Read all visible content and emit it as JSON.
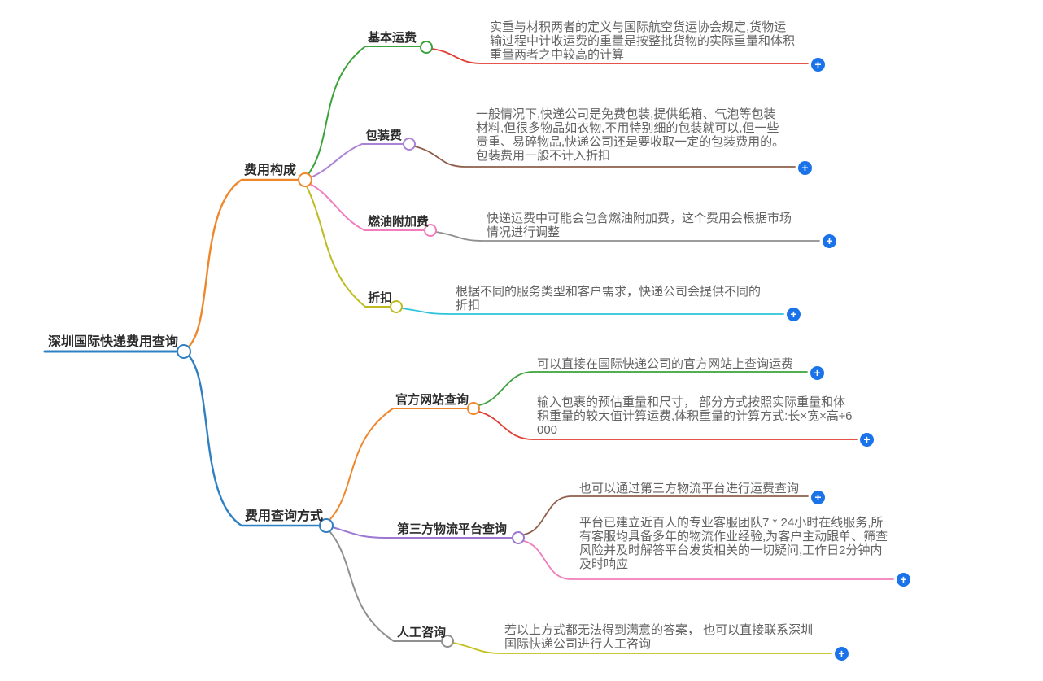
{
  "ui": {
    "plus": "+"
  },
  "colors": {
    "blue": "#2f80c3",
    "plusBlue": "#1a73e8",
    "orange": "#f0862a",
    "green": "#3ca23c",
    "red": "#e03c31",
    "lightPurple": "#ab82d6",
    "brown": "#8f5e4b",
    "pink": "#f27dbe",
    "gray": "#8f8f8f",
    "olive": "#bdbb1f",
    "cyan": "#2cc3da",
    "purple": "#9b77d2",
    "yellowGreen": "#c4c11c"
  },
  "root": {
    "label": "深圳国际快递费用查询"
  },
  "branches": [
    {
      "label": "费用构成",
      "children": [
        {
          "label": "基本运费",
          "notes": [
            "实重与材积两者的定义与国际航空货运协会规定,货物运输过程中计收运费的重量是按整批货物的实际重量和体积重量两者之中较高的计算"
          ]
        },
        {
          "label": "包装费",
          "notes": [
            "一般情况下,快递公司是免费包装,提供纸箱、气泡等包装材料,但很多物品如衣物,不用特别细的包装就可以,但一些贵重、易碎物品,快递公司还是要收取一定的包装费用的。 包装费用一般不计入折扣"
          ]
        },
        {
          "label": "燃油附加费",
          "notes": [
            "快递运费中可能会包含燃油附加费，这个费用会根据市场情况进行调整"
          ]
        },
        {
          "label": "折扣",
          "notes": [
            "根据不同的服务类型和客户需求，快递公司会提供不同的折扣"
          ]
        }
      ]
    },
    {
      "label": "费用查询方式",
      "children": [
        {
          "label": "官方网站查询",
          "notes": [
            "可以直接在国际快递公司的官方网站上查询运费",
            "输入包裹的预估重量和尺寸， 部分方式按照实际重量和体积重量的较大值计算运费,体积重量的计算方式:长×宽×高÷6000"
          ]
        },
        {
          "label": "第三方物流平台查询",
          "notes": [
            "也可以通过第三方物流平台进行运费查询",
            "平台已建立近百人的专业客服团队7 * 24小时在线服务,所有客服均具备多年的物流作业经验,为客户主动跟单、筛查风险并及时解答平台发货相关的一切疑问,工作日2分钟内及时响应"
          ]
        },
        {
          "label": "人工咨询",
          "notes": [
            "若以上方式都无法得到满意的答案， 也可以直接联系深圳国际快递公司进行人工咨询"
          ]
        }
      ]
    }
  ]
}
